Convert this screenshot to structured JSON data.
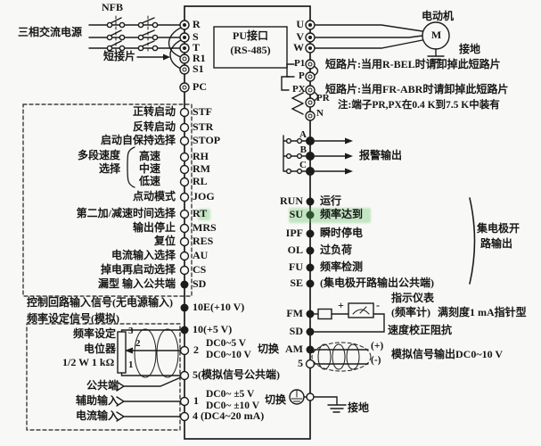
{
  "colors": {
    "ink": "#1c1c1c",
    "background": "#f8f8f6",
    "watermark_green": "#5cbe5c"
  },
  "power": {
    "breaker_label": "NFB",
    "source_label": "三相交流电源",
    "shorting_clip_label": "短接片"
  },
  "pu_port": {
    "title": "PU接口",
    "subtitle": "(RS-485)"
  },
  "motor": {
    "label": "电动机",
    "symbol": "M",
    "ground_label": "接地"
  },
  "left_power_terminals": [
    "R",
    "S",
    "T",
    "R1",
    "S1",
    "PC"
  ],
  "output_terminals": [
    "U",
    "V",
    "W"
  ],
  "control_inputs": [
    {
      "label": "正转启动",
      "terminal": "STF"
    },
    {
      "label": "反转启动",
      "terminal": "STR"
    },
    {
      "label": "启动自保持选择",
      "terminal": "STOP"
    },
    {
      "label": "高速",
      "terminal": "RH"
    },
    {
      "label": "中速",
      "terminal": "RM"
    },
    {
      "label": "低速",
      "terminal": "RL"
    },
    {
      "label": "点动模式",
      "terminal": "JOG"
    },
    {
      "label": "第二加/减速时间选择",
      "terminal": "RT"
    },
    {
      "label": "输出停止",
      "terminal": "MRS"
    },
    {
      "label": "复位",
      "terminal": "RES"
    },
    {
      "label": "电流输入选择",
      "terminal": "AU"
    },
    {
      "label": "掉电再启动选择",
      "terminal": "CS"
    },
    {
      "label": "漏型 输入公共端",
      "terminal": "SD"
    }
  ],
  "multi_speed_group": {
    "line1": "多段速度",
    "line2": "选择"
  },
  "section_labels": {
    "control_input": "控制回路输入信号(无电源输入)",
    "freq_signal": "频率设定信号(模拟)"
  },
  "freq_setting": {
    "line1": "频率设定",
    "line2": "电位器",
    "line3": "1/2 W 1 kΩ",
    "pot_pins": [
      "3",
      "2",
      "1"
    ]
  },
  "analog_inputs": {
    "t10e": "10E(+10 V)",
    "t10": "10(+5 V)",
    "t2": "2",
    "t2_opt1": "DC0~5 V",
    "t2_opt2": "DC0~10 V",
    "t2_switch": "切换",
    "t5": "5(模拟信号公共端)",
    "common_label": "公共端",
    "aux_label": "辅助输入",
    "t1": "1",
    "t1_opt1": "DC0~ ±5 V",
    "t1_opt2": "DC0~ ±10 V",
    "t1_switch": "切换",
    "current_label": "电流输入",
    "t4": "4 (DC4~20 mA)"
  },
  "dc_bus": {
    "p1": "P1",
    "p": "P",
    "px": "PX",
    "pr": "PR",
    "n": "N",
    "note_p": "短路片:当用R-BEL时请卸掉此短路片",
    "note_px": "短路片:当用FR-ABR时请卸掉此短路片",
    "note_pr": "注:端子PR,PX在0.4 K到7.5 K中装有"
  },
  "alarm": {
    "a": "A",
    "b": "B",
    "c": "C",
    "label": "报警输出"
  },
  "open_collector": {
    "items": [
      {
        "terminal": "RUN",
        "label": "运行"
      },
      {
        "terminal": "SU",
        "label": "频率达到"
      },
      {
        "terminal": "IPF",
        "label": "瞬时停电"
      },
      {
        "terminal": "OL",
        "label": "过负荷"
      },
      {
        "terminal": "FU",
        "label": "频率检测"
      },
      {
        "terminal": "SE",
        "label": "(集电极开路输出公共端)"
      }
    ],
    "brace_line1": "集电极开",
    "brace_line2": "路输出"
  },
  "meter": {
    "fm": "FM",
    "sd": "SD",
    "plus": "+",
    "minus": "-",
    "label1": "指示仪表",
    "label2": "(频率计)",
    "label3": "满刻度1 mA指针型",
    "label4": "速度校正阻抗"
  },
  "analog_output": {
    "am": "AM",
    "t5": "5",
    "plus": "(+)",
    "minus": "(-)",
    "label": "模拟信号输出DC0~10 V"
  },
  "grounding": {
    "label": "接地"
  }
}
